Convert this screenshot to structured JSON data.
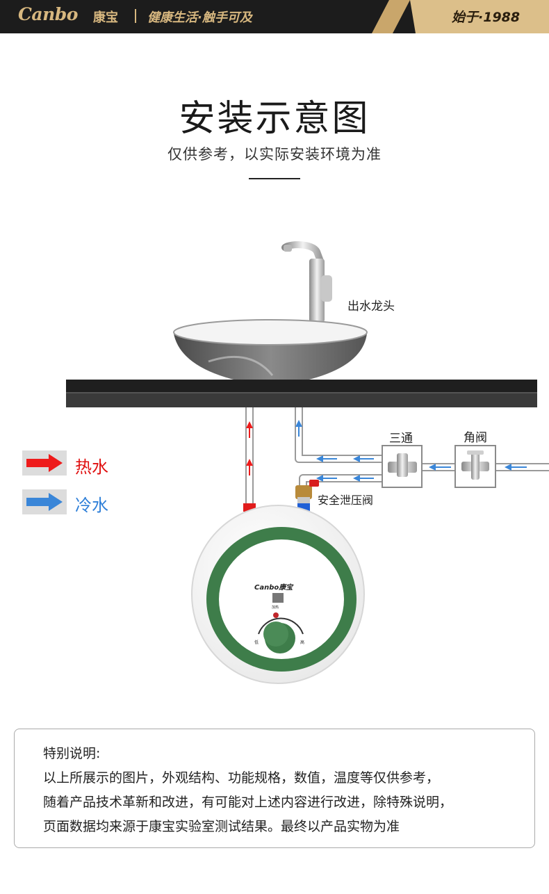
{
  "header": {
    "brand_logo": "Canbo",
    "brand_cn": "康宝",
    "slogan": "健康生活·触手可及",
    "since": "始于·1988"
  },
  "title": "安装示意图",
  "subtitle": "仅供参考，以实际安装环境为准",
  "diagram": {
    "faucet_label": "出水龙头",
    "tee_label": "三通",
    "angle_valve_label": "角阀",
    "relief_valve_label": "安全泄压阀",
    "heater_brand": "Canbo康宝",
    "heater_indicator": "加热",
    "knob_low": "低",
    "knob_high": "高"
  },
  "legend": {
    "hot": "热水",
    "cold": "冷水",
    "hot_color": "#ee1b1b",
    "cold_color": "#3a86d8"
  },
  "note": {
    "heading": "特别说明:",
    "lines": [
      "以上所展示的图片，外观结构、功能规格，数值，温度等仅供参考，",
      "随着产品技术革新和改进，有可能对上述内容进行改进，除特殊说明，",
      "页面数据均来源于康宝实验室测试结果。最终以产品实物为准"
    ]
  }
}
